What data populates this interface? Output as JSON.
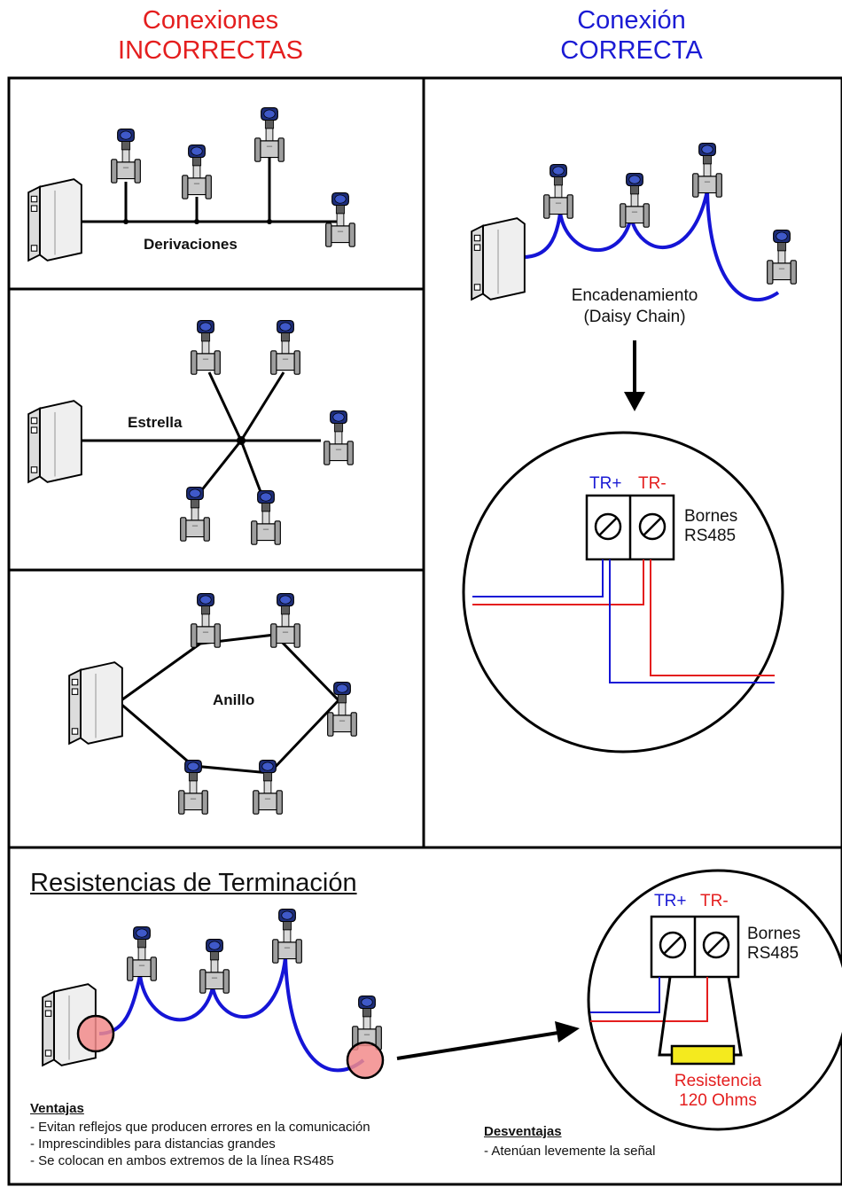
{
  "headers": {
    "incorrect_line1": "Conexiones",
    "incorrect_line2": "INCORRECTAS",
    "correct_line1": "Conexión",
    "correct_line2": "CORRECTA"
  },
  "topologies": {
    "branches": "Derivaciones",
    "star": "Estrella",
    "ring": "Anillo"
  },
  "daisy": {
    "line1": "Encadenamiento",
    "line2": "(Daisy Chain)"
  },
  "terminals": {
    "tr_plus": "TR+",
    "tr_minus": "TR-",
    "bornes": "Bornes",
    "rs485": "RS485"
  },
  "termination": {
    "title": "Resistencias de Terminación",
    "resistor_line1": "Resistencia",
    "resistor_line2": "120 Ohms",
    "advantages_title": "Ventajas",
    "advantages": [
      "- Evitan reflejos que producen errores en la comunicación",
      "- Imprescindibles para distancias grandes",
      "- Se colocan en ambos extremos de la línea RS485"
    ],
    "disadvantages_title": "Desventajas",
    "disadvantages": [
      "- Atenúan levemente la señal"
    ]
  },
  "colors": {
    "incorrect": "#e41e1e",
    "correct": "#1b1bd4",
    "cable_blue": "#1515d6",
    "resistor": "#f4ea1e",
    "termination_marker": "#f28b8b"
  }
}
